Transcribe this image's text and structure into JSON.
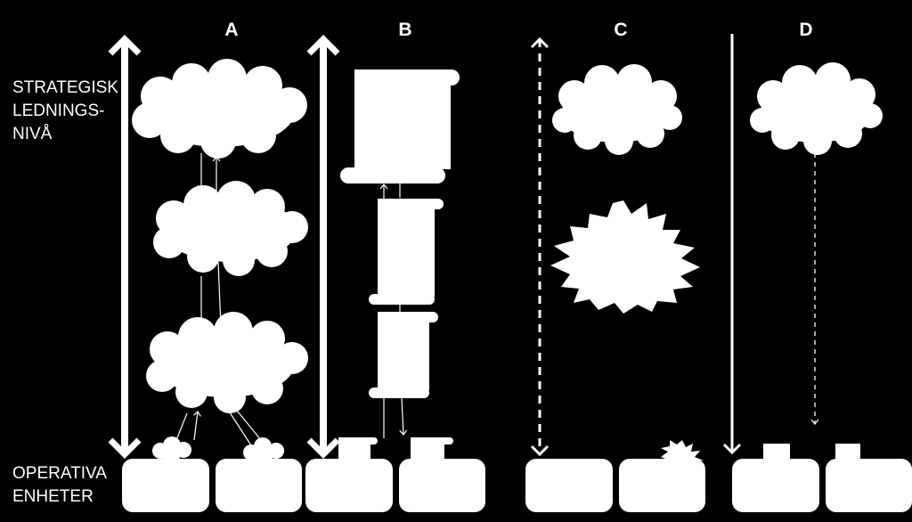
{
  "colors": {
    "background": "#000000",
    "foreground": "#ffffff"
  },
  "columns": [
    {
      "id": "A",
      "label": "A"
    },
    {
      "id": "B",
      "label": "B"
    },
    {
      "id": "C",
      "label": "C"
    },
    {
      "id": "D",
      "label": "D"
    }
  ],
  "side_labels": {
    "strategic": [
      "STRATEGISK",
      "LEDNINGS-",
      "NIVÅ"
    ],
    "operative": [
      "OPERATIVA",
      "ENHETER"
    ]
  },
  "icons": {
    "level_cloud": "cloud-icon",
    "document": "scroll-document-icon",
    "starburst": "starburst-icon",
    "unit": "operative-unit-icon"
  }
}
